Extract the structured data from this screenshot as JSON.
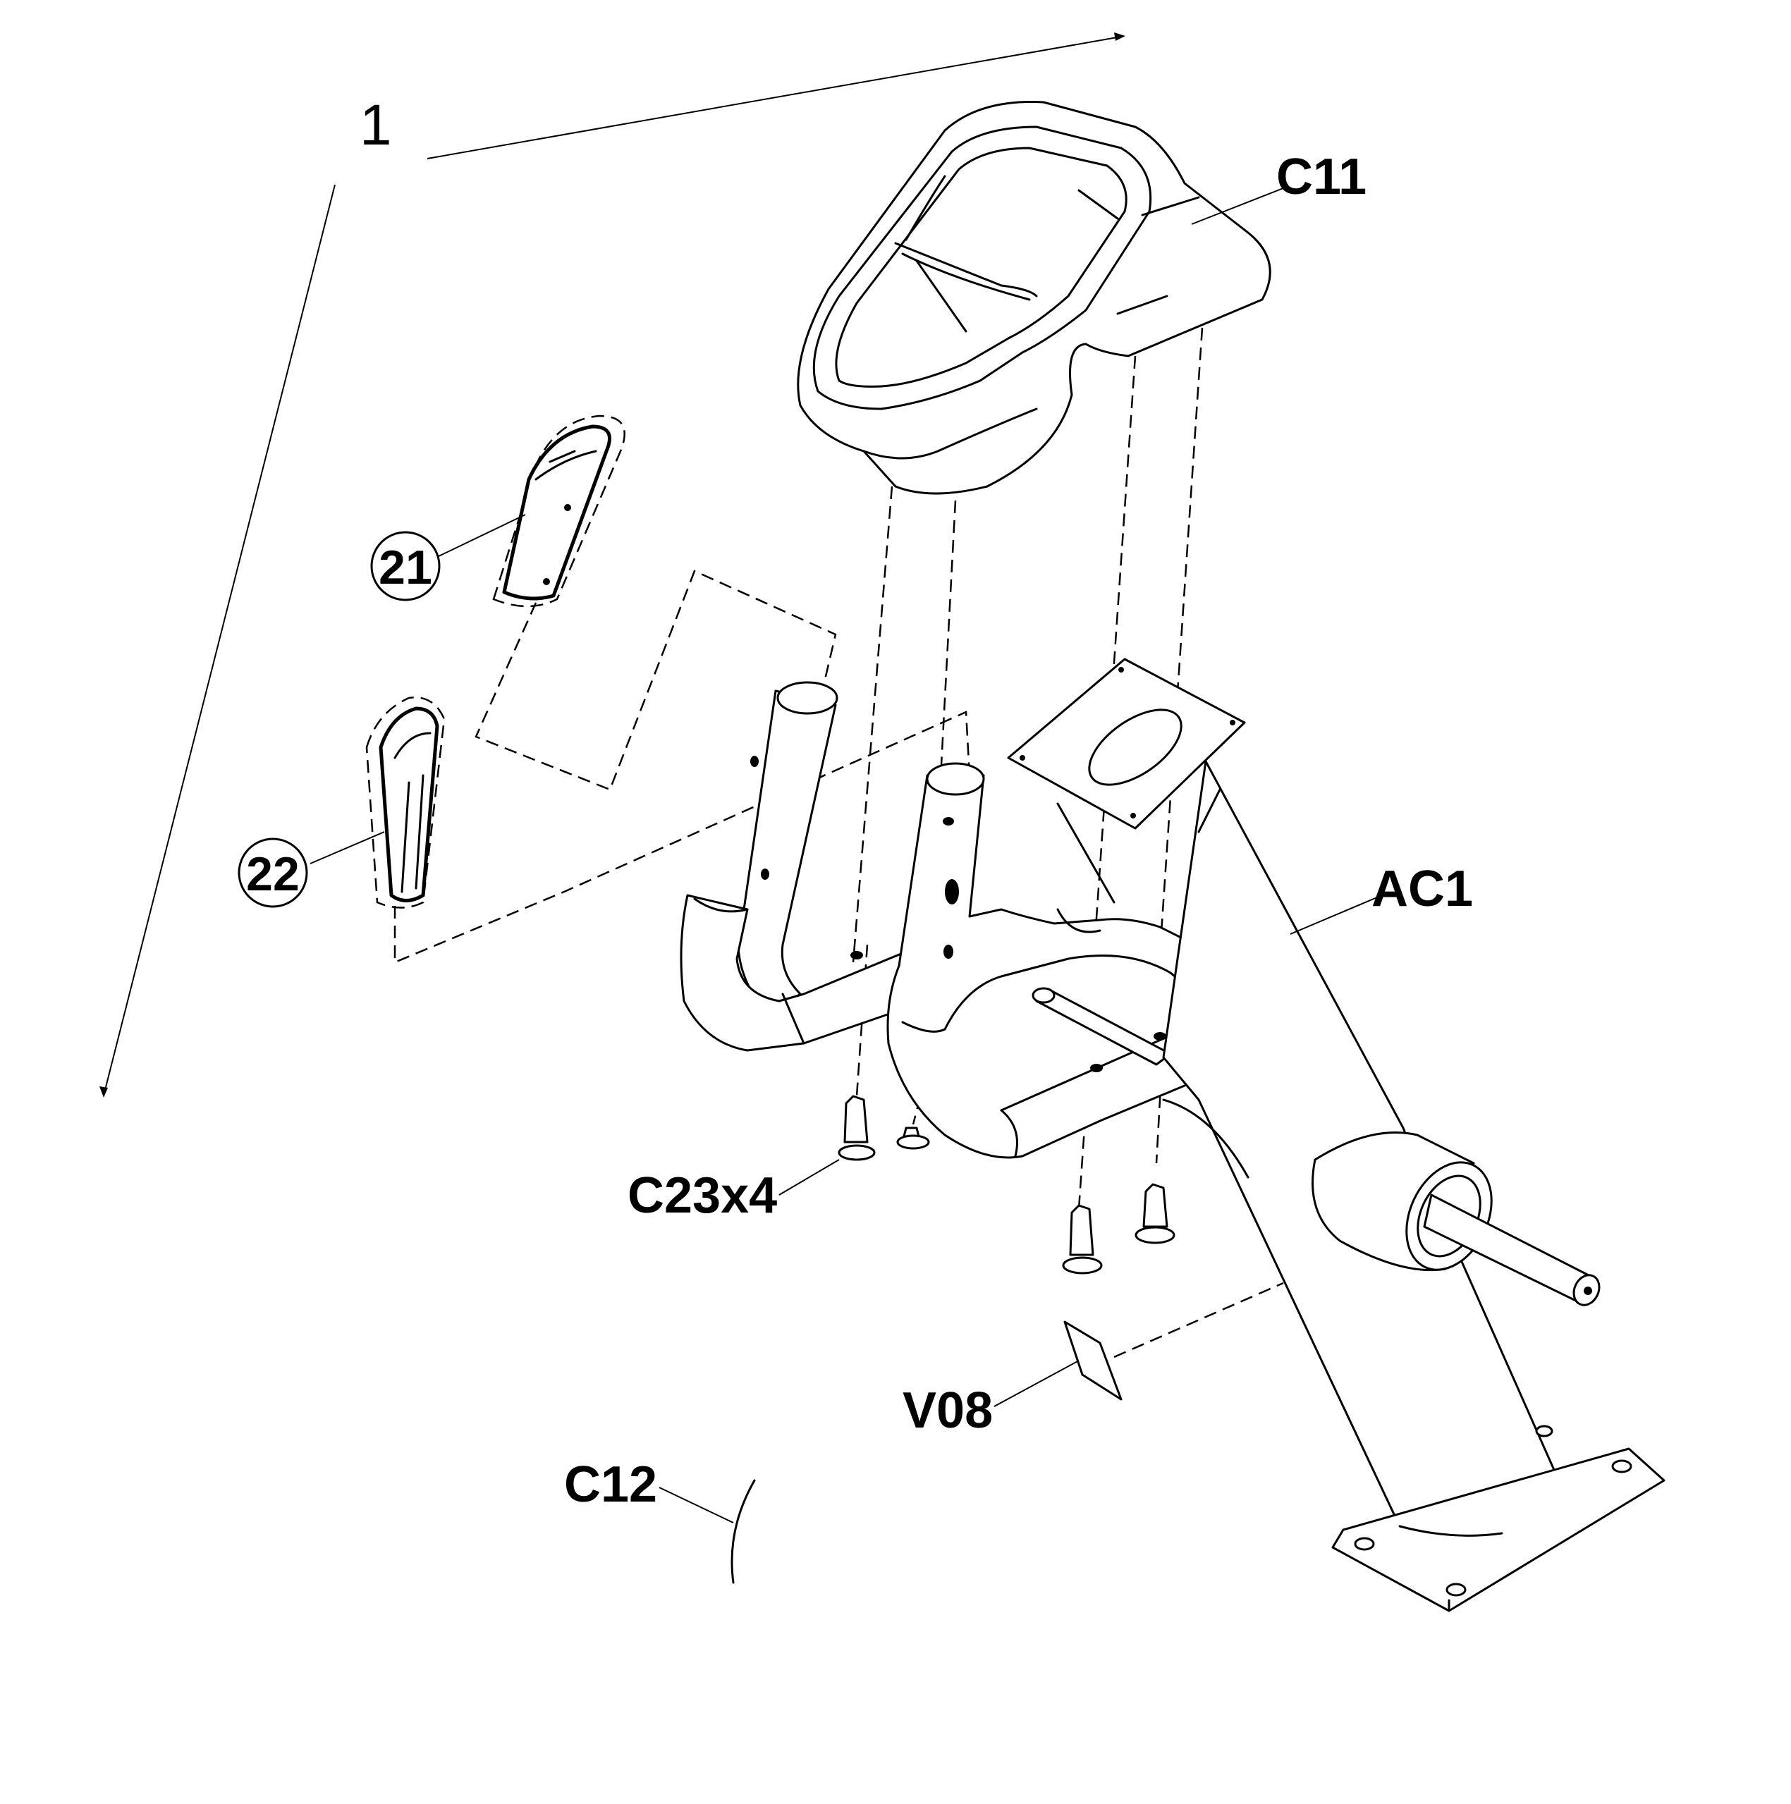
{
  "diagram": {
    "assembly_number": "1",
    "callouts": {
      "c11": "C11",
      "ac1": "AC1",
      "c23": "C23x4",
      "v08": "V08",
      "c12": "C12",
      "p21": "21",
      "p22": "22"
    }
  }
}
